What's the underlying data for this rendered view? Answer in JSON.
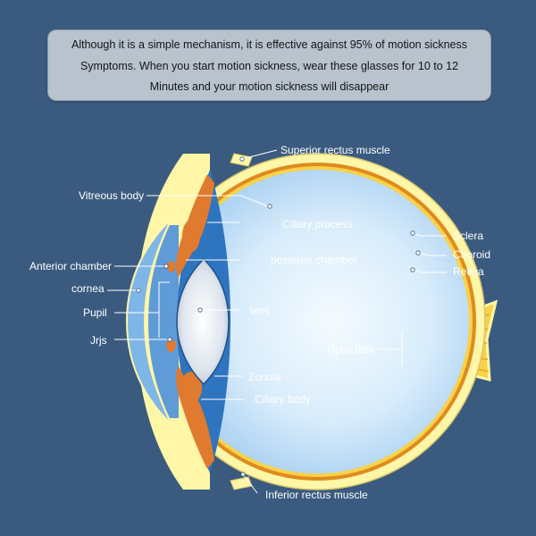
{
  "info_box": {
    "lines": [
      "Although it is a simple mechanism, it is effective against 95% of motion sickness",
      "Symptoms. When you start motion sickness, wear these glasses for 10 to 12",
      "Minutes and your motion sickness will disappear"
    ]
  },
  "labels": {
    "superior_rectus": "Superior rectus muscle",
    "vitreous_body": "Vitreous body",
    "ciliary_process": "Ciliary process",
    "posterior_chamber": "posterior chamber",
    "anterior_chamber": "Anterior chamber",
    "cornea": "cornea",
    "pupil": "Pupil",
    "iris": "Jrjs",
    "lens": "lens",
    "sclera": "Sclera",
    "choroid": "Choroid",
    "retina": "Retina",
    "optic_disk": "Optic disk",
    "zonula": "Zonula",
    "ciliary_body": "Ciliary body",
    "inferior_rectus": "Inferior rectus muscle"
  },
  "colors": {
    "background": "#3a5b7f",
    "sclera": "#fff6a8",
    "choroid": "#e08a1e",
    "retina": "#f7d24a",
    "vitreous": "#cfe6f8",
    "iris": "#e07a2e",
    "cornea": "#7fb6e8",
    "label_text": "#ffffff"
  }
}
